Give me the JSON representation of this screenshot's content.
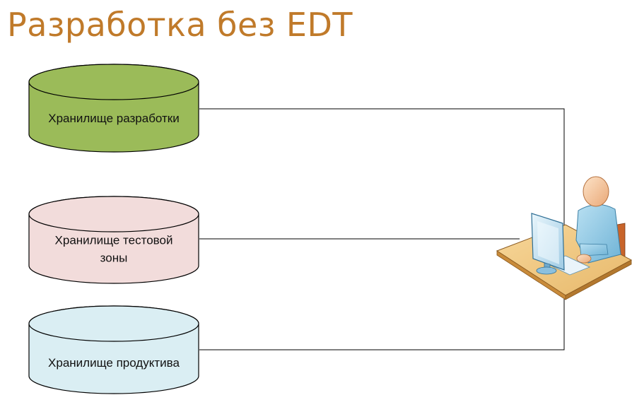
{
  "title": "Разработка без EDT",
  "colors": {
    "title": "#c07a2a",
    "stroke": "#000000",
    "repo_dev": "#9bbb59",
    "repo_test": "#f2dcdb",
    "repo_prod": "#daeef3"
  },
  "repositories": [
    {
      "id": "dev",
      "lines": [
        "Хранилище разработки"
      ]
    },
    {
      "id": "test",
      "lines": [
        "Хранилище тестовой",
        "зоны"
      ]
    },
    {
      "id": "prod",
      "lines": [
        "Хранилище продуктива"
      ]
    }
  ],
  "icons": {
    "user": "user-at-workstation-icon"
  }
}
